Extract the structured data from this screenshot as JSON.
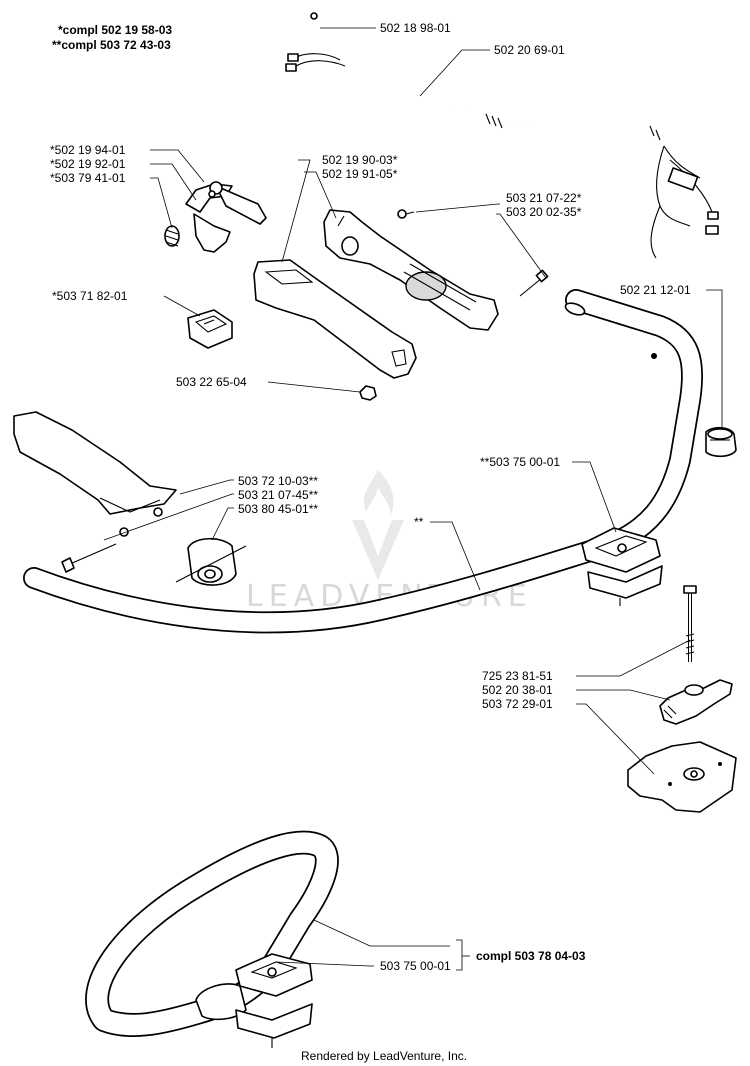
{
  "header": {
    "compl_1": "*compl 502 19 58-03",
    "compl_2": "**compl 503 72 43-03"
  },
  "callouts": {
    "p_502189801": "502 18 98-01",
    "p_502206901": "502 20 69-01",
    "p_502199401": "*502 19 94-01",
    "p_502199201": "*502 19 92-01",
    "p_503794101": "*503 79 41-01",
    "p_502199003": "502 19 90-03*",
    "p_502199105": "502 19 91-05*",
    "p_503210722": "503 21 07-22*",
    "p_503200235": "503 20 02-35*",
    "p_503718201": "*503 71 82-01",
    "p_502211201": "502 21 12-01",
    "p_503226504": "503 22 65-04",
    "p_503751001": "**503 75 00-01",
    "p_503721003": "503 72 10-03**",
    "p_503210745": "503 21 07-45**",
    "p_503804501": "503 80 45-01**",
    "p_handlebar": "**",
    "p_725238151": "725 23 81-51",
    "p_502203801": "502 20 38-01",
    "p_503722901": "503 72 29-01",
    "p_503750001": "503 75 00-01",
    "compl_bottom": "compl 503 78 04-03"
  },
  "watermark": "LEADVENTURE",
  "footer": "Rendered by LeadVenture, Inc.",
  "colors": {
    "line": "#000000",
    "background": "#ffffff",
    "watermark": "#d8d8d8"
  }
}
